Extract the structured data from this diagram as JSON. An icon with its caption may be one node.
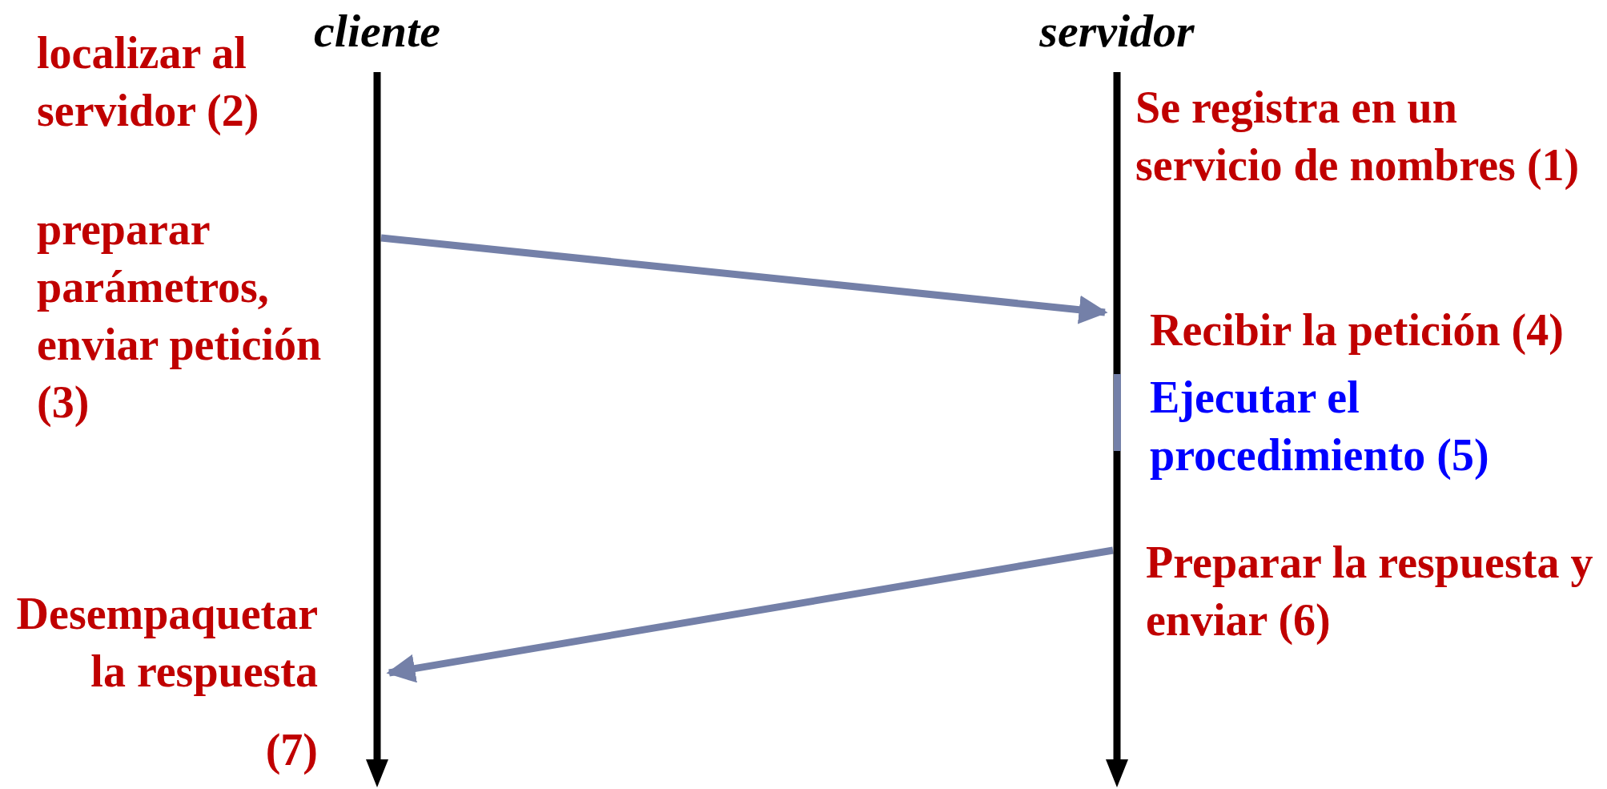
{
  "diagram": {
    "nodes": [
      {
        "text": [
          "cliente"
        ]
      },
      {
        "text": [
          "servidor"
        ]
      }
    ],
    "edges": [
      {
        "from": 0,
        "to": 1,
        "arrow": "to"
      },
      {
        "from": 1,
        "to": 0,
        "arrow": "to"
      }
    ],
    "labels": [
      "localizar al servidor (2)",
      "Se registra en un servicio de nombres (1)",
      "preparar parámetros, enviar petición (3)",
      "Recibir la petición (4)",
      "Ejecutar el procedimiento (5)",
      "Preparar la respuesta y enviar (6)",
      "Desempaquetar la respuesta",
      "(7)"
    ]
  }
}
